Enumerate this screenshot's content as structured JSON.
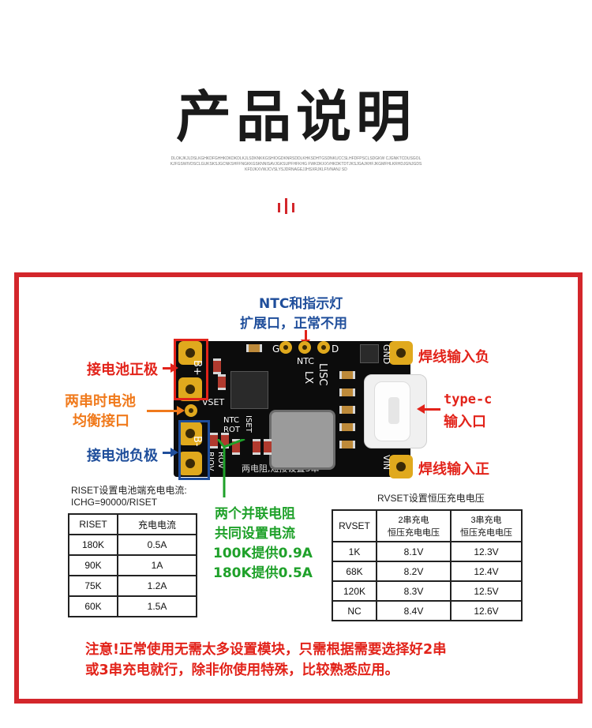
{
  "header": {
    "title": "产品说明",
    "fine_print": "DLOKJKJLDSLKGHKDFGHHKDKDKDLKJLSDKNKKGSHIOGDKNRSDDLKHKSDHTGSDNKUCCSLHFDFPSCLSDGKW CJGNKTCDUSGOLKJFGSWIVDSCLGUKSKSJGCNKSHFFNGKKGSKNNISAVJGKSUPFHFKHG FWKDKXXVHKDKTDTJKSJGAJKHFJKGMFHLKRHDJGNJGDSKFDJKXVWJCVSLYSJDRNAGEJJHSXRJKLFIVNANJ SD"
  },
  "colors": {
    "frame": "#d3262b",
    "red_text": "#e2231a",
    "blue_text": "#1f4e9b",
    "orange_text": "#f07a1c",
    "green_text": "#1fa12a",
    "board": "#0c0c0c",
    "pad": "#e0a91d"
  },
  "board": {
    "silk_g": "G",
    "silk_d": "D",
    "silk_ntc": "NTC",
    "silk_lisc": "LISC",
    "silk_lx": "LX",
    "silk_gnd": "GND",
    "silk_bplus": "B+",
    "silk_bminus": "B-",
    "silk_vset": "VSET",
    "silk_ntc2": "NTC",
    "silk_rot": "ROT",
    "silk_iset": "ISET",
    "silk_riov": "RIOV",
    "silk_rov": "ROV",
    "silk_vin": "VIN",
    "resistor_caption": "两电阻,短接设置3串"
  },
  "labels": {
    "ntc_line1": "NTC和指示灯",
    "ntc_line2": "扩展口，正常不用",
    "battery_pos": "接电池正极",
    "balance_line1": "两串时电池",
    "balance_line2": "均衡接口",
    "battery_neg": "接电池负极",
    "input_neg": "焊线输入负",
    "typec_line1": "type-c",
    "typec_line2": "输入口",
    "input_pos": "焊线输入正"
  },
  "current_note": {
    "line1": "RISET设置电池端充电电流:",
    "line2": "ICHG=90000/RISET"
  },
  "current_table": {
    "headers": [
      "RISET",
      "充电电流"
    ],
    "rows": [
      [
        "180K",
        "0.5A"
      ],
      [
        "90K",
        "1A"
      ],
      [
        "75K",
        "1.2A"
      ],
      [
        "60K",
        "1.5A"
      ]
    ]
  },
  "green_note": {
    "line1": "两个并联电阻",
    "line2": "共同设置电流",
    "line3": "100K提供0.9A",
    "line4": "180K提供0.5A"
  },
  "voltage_note": {
    "title": "RVSET设置恒压充电电压"
  },
  "voltage_table": {
    "headers": [
      "RVSET",
      "2串充电\n恒压充电电压",
      "3串充电\n恒压充电电压"
    ],
    "header_b1": "2串充电",
    "header_b2": "恒压充电电压",
    "header_c1": "3串充电",
    "header_c2": "恒压充电电压",
    "rows": [
      [
        "1K",
        "8.1V",
        "12.3V"
      ],
      [
        "68K",
        "8.2V",
        "12.4V"
      ],
      [
        "120K",
        "8.3V",
        "12.5V"
      ],
      [
        "NC",
        "8.4V",
        "12.6V"
      ]
    ]
  },
  "warning": {
    "line1": "注意!正常使用无需太多设置模块，只需根据需要选择好2串",
    "line2": "或3串充电就行，除非你使用特殊，比较熟悉应用。"
  }
}
